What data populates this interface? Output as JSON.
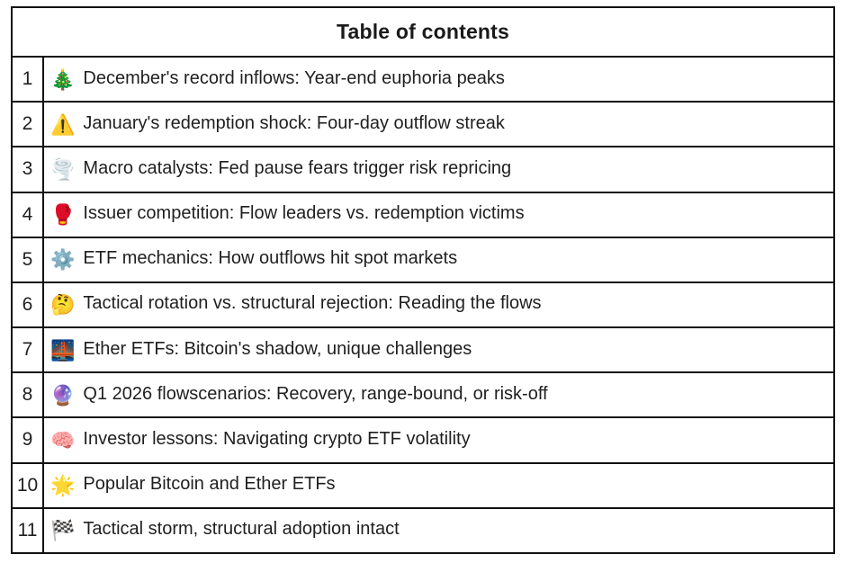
{
  "colors": {
    "border": "#111111",
    "text": "#1f1f1f",
    "background": "#ffffff"
  },
  "table": {
    "title": "Table of contents",
    "rows": [
      {
        "num": "1",
        "icon": "🎄",
        "icon_name": "christmas-tree-icon",
        "text": "December's record inflows: Year-end euphoria peaks"
      },
      {
        "num": "2",
        "icon": "⚠️",
        "icon_name": "warning-icon",
        "text": "January's redemption shock: Four-day outflow streak"
      },
      {
        "num": "3",
        "icon": "🌪️",
        "icon_name": "tornado-icon",
        "text": "Macro catalysts: Fed pause fears trigger risk repricing"
      },
      {
        "num": "4",
        "icon": "🥊",
        "icon_name": "boxing-glove-icon",
        "text": "Issuer competition: Flow leaders vs. redemption victims"
      },
      {
        "num": "5",
        "icon": "⚙️",
        "icon_name": "gear-icon",
        "text": "ETF mechanics: How outflows hit spot markets"
      },
      {
        "num": "6",
        "icon": "🤔",
        "icon_name": "thinking-face-icon",
        "text": "Tactical rotation vs. structural rejection: Reading the flows"
      },
      {
        "num": "7",
        "icon": "🌉",
        "icon_name": "bridge-at-night-icon",
        "text": "Ether ETFs: Bitcoin's shadow, unique challenges"
      },
      {
        "num": "8",
        "icon": "🔮",
        "icon_name": "crystal-ball-icon",
        "text": "Q1 2026 flowscenarios: Recovery, range-bound, or risk-off"
      },
      {
        "num": "9",
        "icon": "🧠",
        "icon_name": "brain-icon",
        "text": "Investor lessons: Navigating crypto ETF volatility"
      },
      {
        "num": "10",
        "icon": "🌟",
        "icon_name": "glowing-star-icon",
        "text": "Popular Bitcoin and Ether ETFs"
      },
      {
        "num": "11",
        "icon": "🏁",
        "icon_name": "checkered-flag-icon",
        "text": "Tactical storm, structural adoption intact"
      }
    ]
  }
}
